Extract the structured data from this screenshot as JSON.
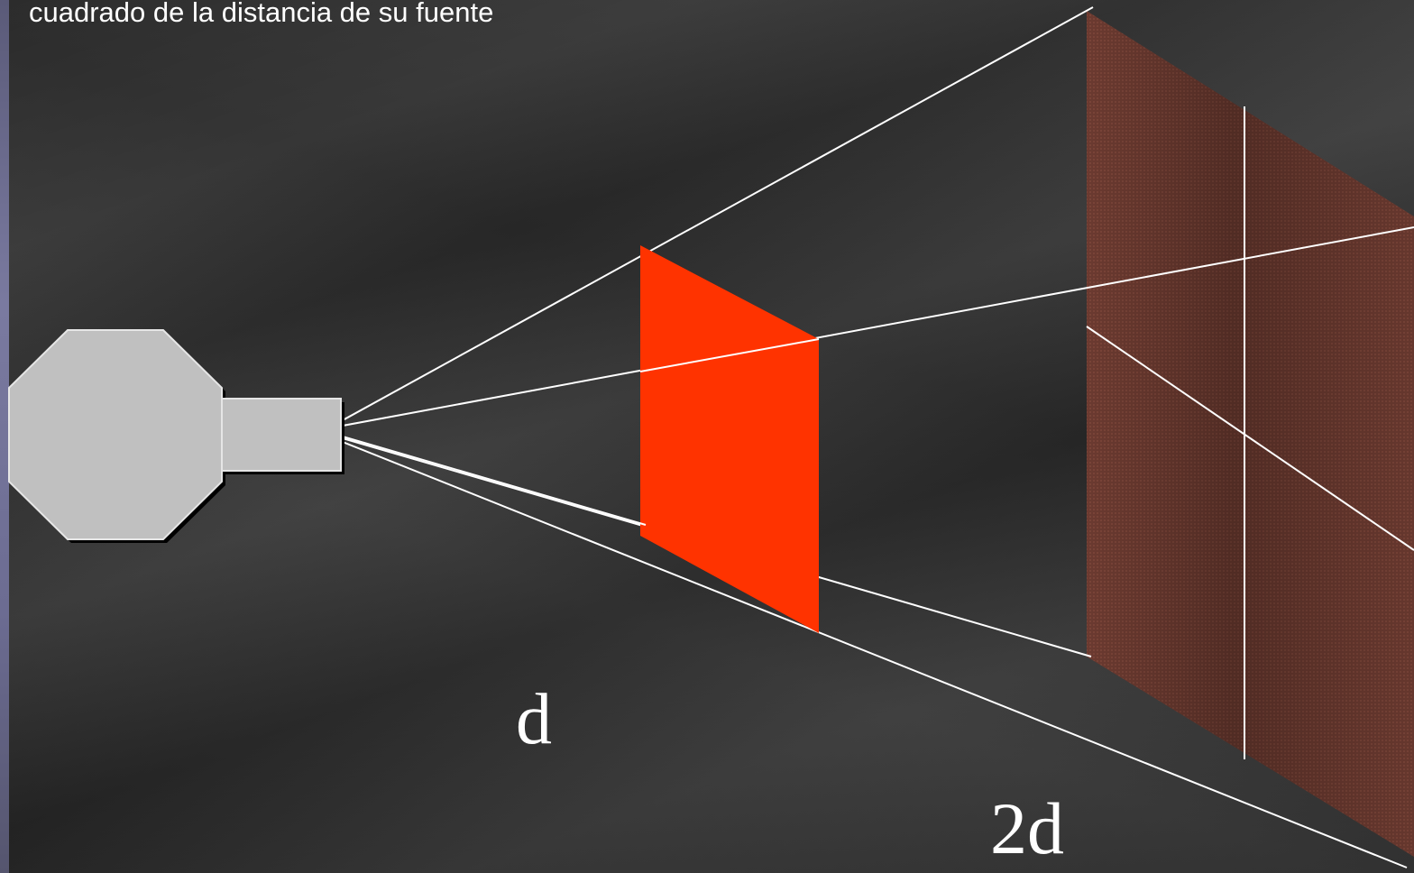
{
  "caption": {
    "text": "cuadrado de la distancia de su fuente"
  },
  "labels": {
    "near_distance": "d",
    "far_distance": "2d"
  },
  "colors": {
    "background": "#2e2e2e",
    "source_fill": "#c0c0c0",
    "near_screen": "#ff3300",
    "far_screen": "#6b3a30",
    "rays": "#ffffff",
    "text": "#ffffff"
  },
  "icons": {
    "light_source": "flashlight-icon"
  }
}
